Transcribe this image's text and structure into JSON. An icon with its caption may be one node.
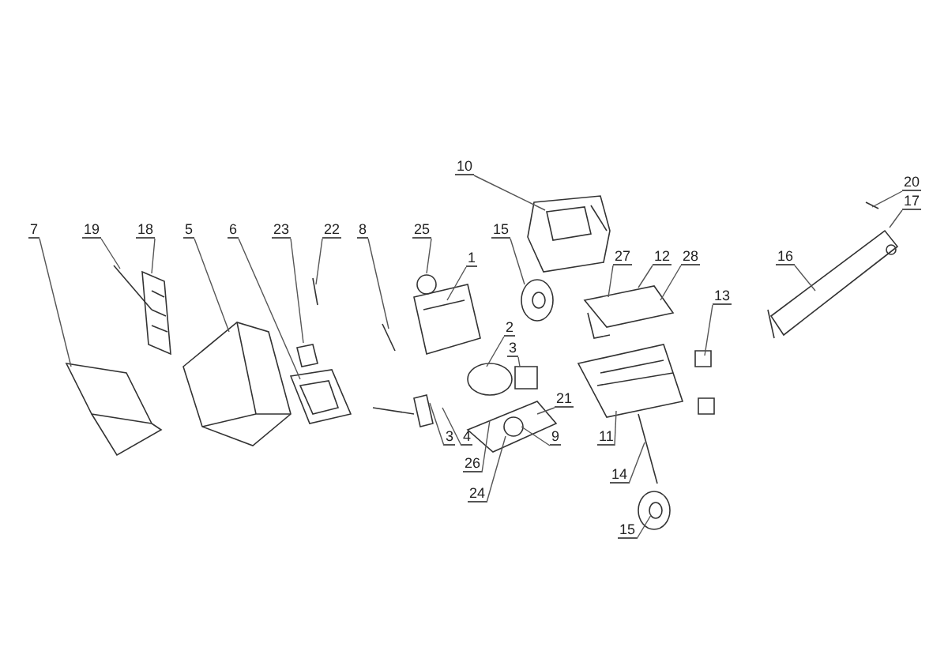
{
  "diagram": {
    "nodes": [
      {
        "text": [
          "10"
        ]
      },
      {
        "text": [
          "20"
        ]
      },
      {
        "text": [
          "17"
        ]
      },
      {
        "text": [
          "7"
        ]
      },
      {
        "text": [
          "19"
        ]
      },
      {
        "text": [
          "18"
        ]
      },
      {
        "text": [
          "5"
        ]
      },
      {
        "text": [
          "6"
        ]
      },
      {
        "text": [
          "23"
        ]
      },
      {
        "text": [
          "22"
        ]
      },
      {
        "text": [
          "8"
        ]
      },
      {
        "text": [
          "25"
        ]
      },
      {
        "text": [
          "15"
        ]
      },
      {
        "text": [
          "1"
        ]
      },
      {
        "text": [
          "27"
        ]
      },
      {
        "text": [
          "12"
        ]
      },
      {
        "text": [
          "28"
        ]
      },
      {
        "text": [
          "16"
        ]
      },
      {
        "text": [
          "13"
        ]
      },
      {
        "text": [
          "2"
        ]
      },
      {
        "text": [
          "3"
        ]
      },
      {
        "text": [
          "21"
        ]
      },
      {
        "text": [
          "3"
        ]
      },
      {
        "text": [
          "4"
        ]
      },
      {
        "text": [
          "9"
        ]
      },
      {
        "text": [
          "11"
        ]
      },
      {
        "text": [
          "26"
        ]
      },
      {
        "text": [
          "14"
        ]
      },
      {
        "text": [
          "24"
        ]
      },
      {
        "text": [
          "15"
        ]
      }
    ],
    "edges": [
      {
        "from": 0,
        "to": null,
        "arrow": "none"
      },
      {
        "from": 1,
        "to": null,
        "arrow": "none"
      },
      {
        "from": 2,
        "to": null,
        "arrow": "none"
      },
      {
        "from": 3,
        "to": null,
        "arrow": "none"
      },
      {
        "from": 4,
        "to": null,
        "arrow": "none"
      },
      {
        "from": 5,
        "to": null,
        "arrow": "none"
      },
      {
        "from": 6,
        "to": null,
        "arrow": "none"
      },
      {
        "from": 7,
        "to": null,
        "arrow": "none"
      },
      {
        "from": 8,
        "to": null,
        "arrow": "none"
      },
      {
        "from": 9,
        "to": null,
        "arrow": "none"
      },
      {
        "from": 10,
        "to": null,
        "arrow": "none"
      },
      {
        "from": 11,
        "to": null,
        "arrow": "none"
      },
      {
        "from": 12,
        "to": null,
        "arrow": "none"
      },
      {
        "from": 13,
        "to": null,
        "arrow": "none"
      },
      {
        "from": 14,
        "to": null,
        "arrow": "none"
      },
      {
        "from": 15,
        "to": null,
        "arrow": "none"
      },
      {
        "from": 16,
        "to": null,
        "arrow": "none"
      },
      {
        "from": 17,
        "to": null,
        "arrow": "none"
      },
      {
        "from": 18,
        "to": null,
        "arrow": "none"
      },
      {
        "from": 19,
        "to": null,
        "arrow": "none"
      },
      {
        "from": 20,
        "to": null,
        "arrow": "none"
      },
      {
        "from": 21,
        "to": null,
        "arrow": "none"
      },
      {
        "from": 22,
        "to": null,
        "arrow": "none"
      },
      {
        "from": 23,
        "to": null,
        "arrow": "none"
      },
      {
        "from": 24,
        "to": null,
        "arrow": "none"
      },
      {
        "from": 25,
        "to": null,
        "arrow": "none"
      },
      {
        "from": 26,
        "to": null,
        "arrow": "none"
      },
      {
        "from": 27,
        "to": null,
        "arrow": "none"
      },
      {
        "from": 28,
        "to": null,
        "arrow": "none"
      },
      {
        "from": 29,
        "to": null,
        "arrow": "none"
      }
    ]
  }
}
